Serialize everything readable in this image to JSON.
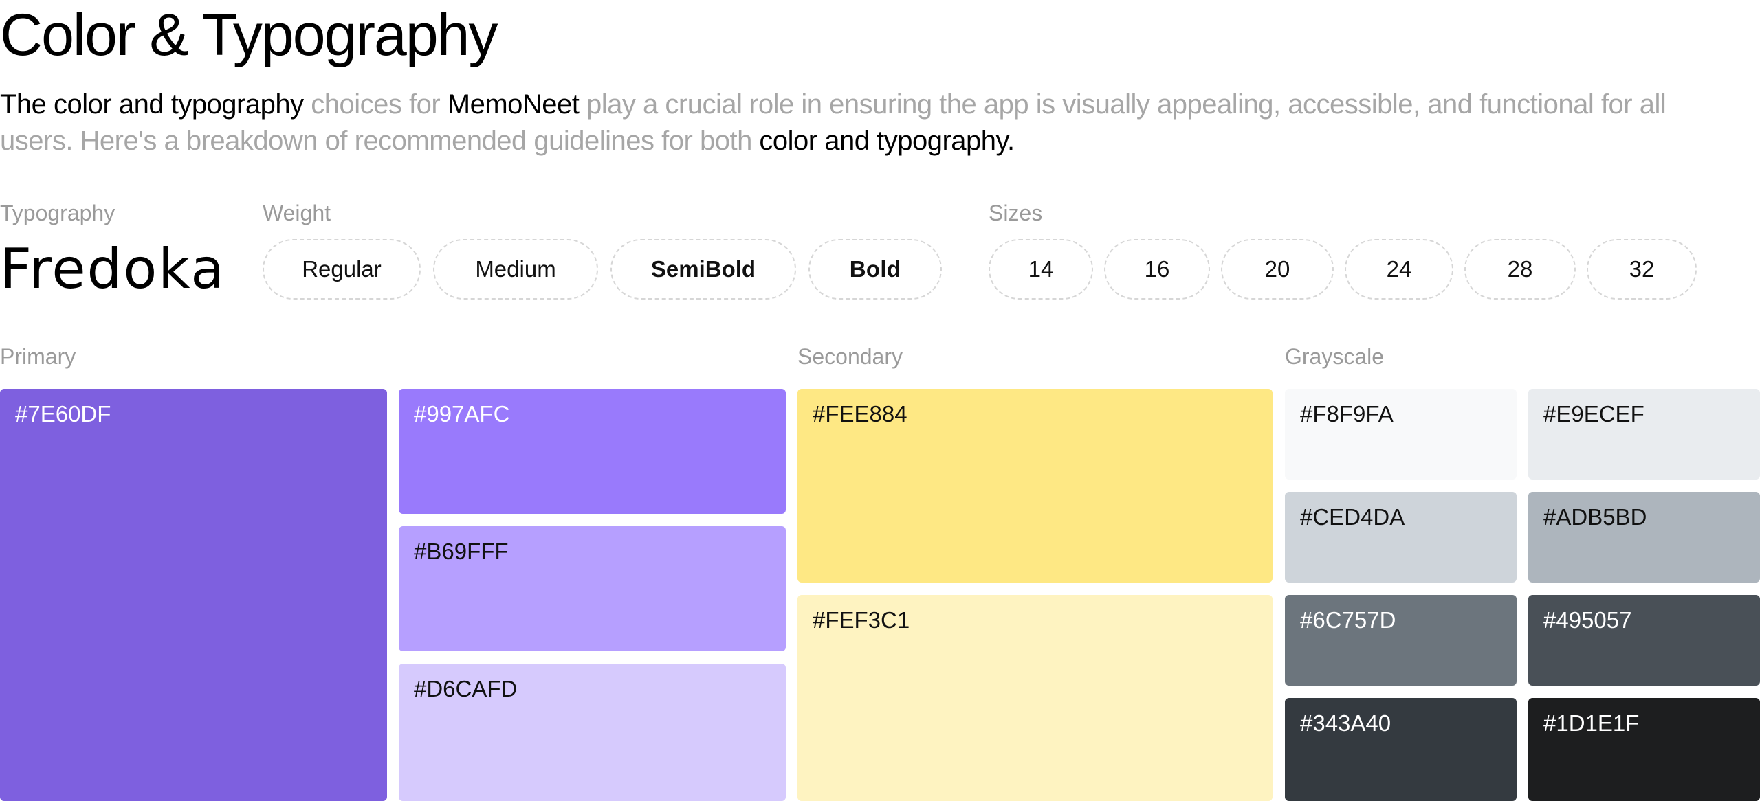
{
  "title": "Color & Typography",
  "intro": {
    "part1": "The color and typography",
    "part2": " choices for ",
    "part3": "MemoNeet",
    "part4": " play a crucial role in ensuring the app is visually appealing, accessible, and functional for all users. Here's a breakdown of recommended guidelines for both ",
    "part5": "color and typography."
  },
  "typography": {
    "label": "Typography",
    "font_name": "Fredoka",
    "weight_label": "Weight",
    "weights": [
      "Regular",
      "Medium",
      "SemiBold",
      "Bold"
    ],
    "sizes_label": "Sizes",
    "sizes": [
      "14",
      "16",
      "20",
      "24",
      "28",
      "32"
    ]
  },
  "colors": {
    "primary_label": "Primary",
    "primary": [
      "#7E60DF",
      "#997AFC",
      "#B69FFF",
      "#D6CAFD"
    ],
    "secondary_label": "Secondary",
    "secondary": [
      "#FEE884",
      "#FEF3C1"
    ],
    "grayscale_label": "Grayscale",
    "grayscale": [
      "#F8F9FA",
      "#E9ECEF",
      "#CED4DA",
      "#ADB5BD",
      "#6C757D",
      "#495057",
      "#343A40",
      "#1D1E1F"
    ]
  }
}
